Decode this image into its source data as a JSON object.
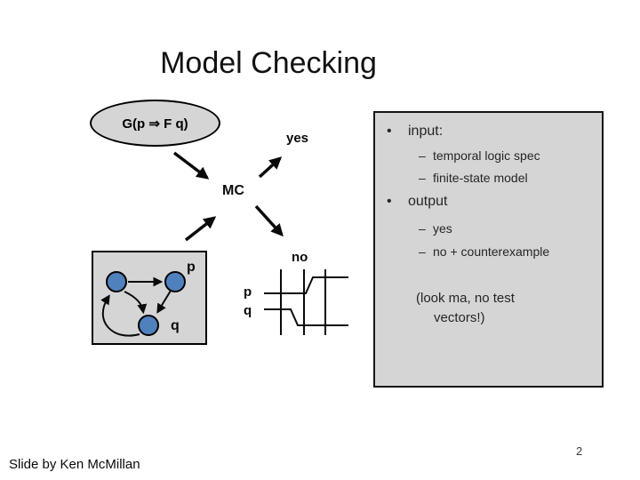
{
  "slide": {
    "title": "Model Checking",
    "footer": "Slide by Ken McMillan",
    "page_number": "2"
  },
  "diagram": {
    "spec_label": "G(p ⇒ F q)",
    "mc_label": "MC",
    "yes_label": "yes",
    "no_label": "no",
    "state_p_label": "p",
    "state_q_label": "q",
    "wave_p_label": "p",
    "wave_q_label": "q"
  },
  "info_box": {
    "bullet_char": "•",
    "dash_char": "–",
    "items": [
      {
        "level": 1,
        "text": "input:"
      },
      {
        "level": 2,
        "text": "temporal logic spec"
      },
      {
        "level": 2,
        "text": "finite-state model"
      },
      {
        "level": 1,
        "text": "output"
      },
      {
        "level": 2,
        "text": "yes"
      },
      {
        "level": 2,
        "text": "no + counterexample"
      }
    ],
    "note_line1": "(look ma, no test",
    "note_line2": "vectors!)"
  },
  "colors": {
    "fill_gray": "#d5d5d5",
    "node_blue": "#4f81bd",
    "line_black": "#0a0a0a"
  }
}
